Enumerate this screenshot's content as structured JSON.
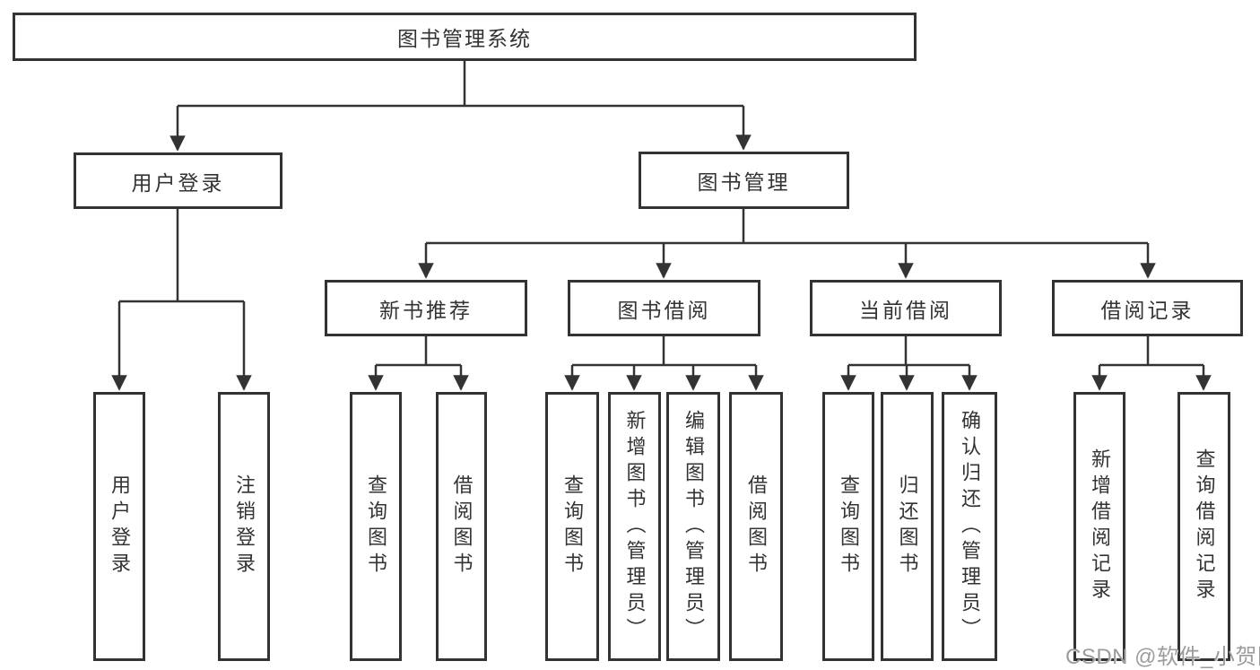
{
  "diagram_title": "图书管理系统",
  "colors": {
    "line": "#333333",
    "node_text": "#333333",
    "background": "#ffffff",
    "watermark_text": "#9c9c9c"
  },
  "watermark": {
    "text": "CSDN @软件_小贺同学"
  },
  "tree": {
    "root": {
      "label": "图书管理系统",
      "children": [
        {
          "label": "用户登录",
          "children": [
            {
              "label": "用户登录"
            },
            {
              "label": "注销登录"
            }
          ]
        },
        {
          "label": "图书管理",
          "children": [
            {
              "label": "新书推荐",
              "children": [
                {
                  "label": "查询图书"
                },
                {
                  "label": "借阅图书"
                }
              ]
            },
            {
              "label": "图书借阅",
              "children": [
                {
                  "label": "查询图书"
                },
                {
                  "label": "新增图书（管理员）"
                },
                {
                  "label": "编辑图书（管理员）"
                },
                {
                  "label": "借阅图书"
                }
              ]
            },
            {
              "label": "当前借阅",
              "children": [
                {
                  "label": "查询图书"
                },
                {
                  "label": "归还图书"
                },
                {
                  "label": "确认归还（管理员）"
                }
              ]
            },
            {
              "label": "借阅记录",
              "children": [
                {
                  "label": "新增借阅记录"
                },
                {
                  "label": "查询借阅记录"
                }
              ]
            }
          ]
        }
      ]
    }
  }
}
